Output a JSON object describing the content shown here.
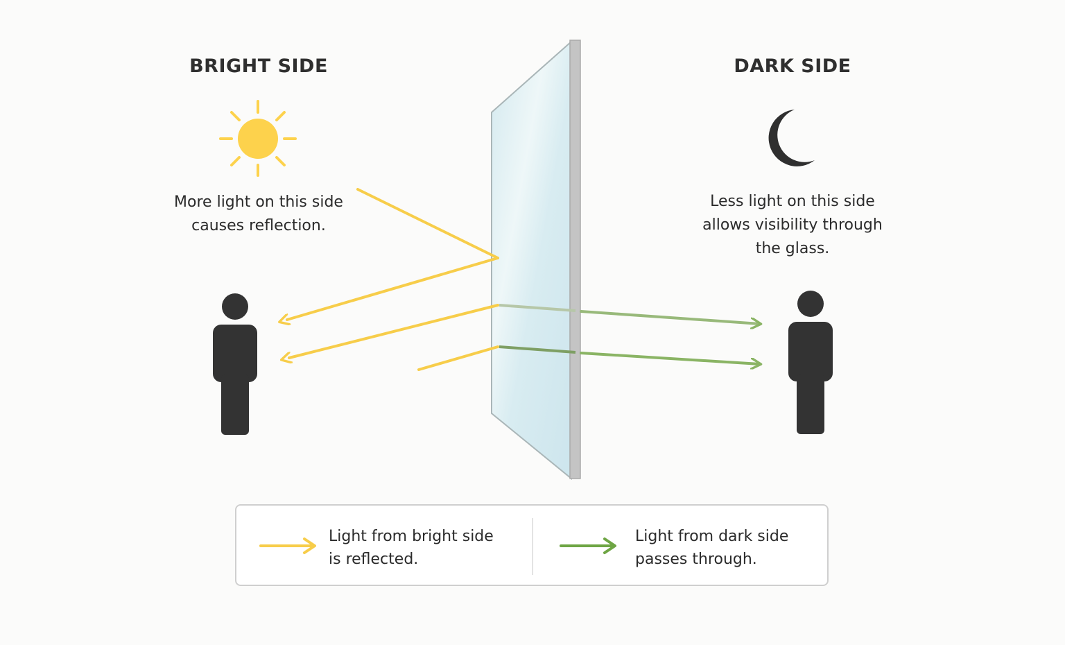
{
  "bright_side": {
    "heading": "BRIGHT SIDE",
    "caption_lines": [
      "More light on this side",
      "causes reflection."
    ],
    "icon": "sun-icon"
  },
  "dark_side": {
    "heading": "DARK SIDE",
    "caption_lines": [
      "Less light on this side",
      "allows visibility through",
      "the glass."
    ],
    "icon": "moon-icon"
  },
  "legend": {
    "reflected": {
      "lines": [
        "Light from bright side",
        "is reflected."
      ],
      "color": "#f7cd4a"
    },
    "through": {
      "lines": [
        "Light from dark side",
        "passes through."
      ],
      "color": "#7aa84e"
    }
  },
  "colors": {
    "sun": "#fdd24c",
    "figure": "#333333",
    "glass_face": "#dcecf2",
    "glass_edge": "#bfbfbf",
    "reflected_ray": "#f7cd4a",
    "transmitted_ray": "#8ab464"
  }
}
